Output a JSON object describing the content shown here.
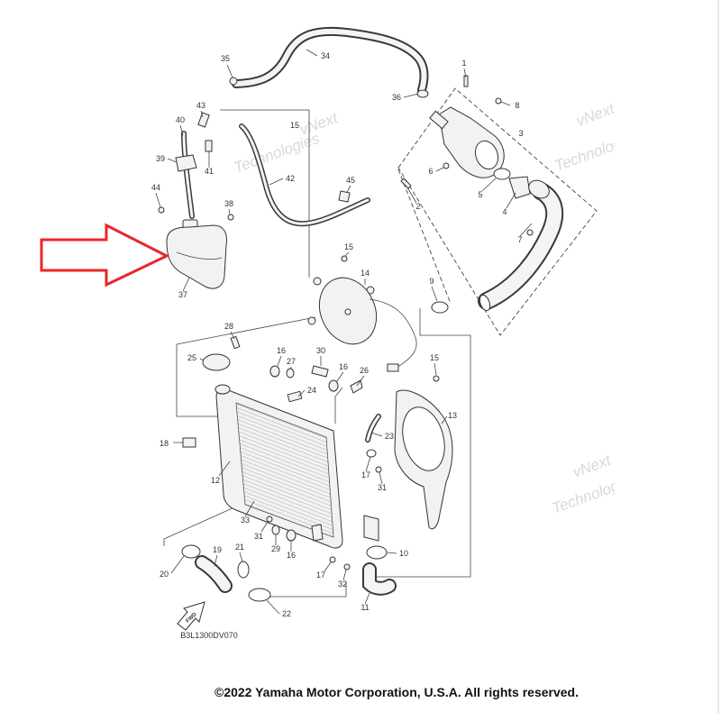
{
  "callouts": [
    "35",
    "34",
    "1",
    "36",
    "8",
    "43",
    "15",
    "40",
    "3",
    "39",
    "41",
    "6",
    "42",
    "45",
    "5",
    "44",
    "38",
    "2",
    "4",
    "7",
    "15",
    "14",
    "9",
    "37",
    "28",
    "16",
    "30",
    "25",
    "15",
    "27",
    "16",
    "26",
    "24",
    "13",
    "23",
    "18",
    "17",
    "12",
    "31",
    "33",
    "31",
    "29",
    "19",
    "21",
    "16",
    "10",
    "20",
    "17",
    "32",
    "11",
    "22"
  ],
  "diagram_code": "B3L1300DV070",
  "fwd_label": "FWD",
  "copyright": "©2022 Yamaha Motor Corporation, U.S.A. All rights reserved.",
  "watermark": {
    "line1": "vNext",
    "line2": "Technologies"
  },
  "colors": {
    "highlight_arrow": "#e8262b",
    "line": "#333333"
  }
}
